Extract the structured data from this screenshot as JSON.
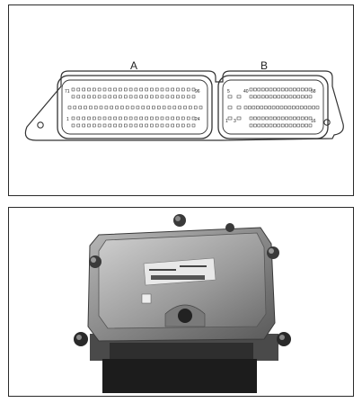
{
  "connector": {
    "label_a": "A",
    "label_b": "B",
    "pins_a": {
      "top_left": "71",
      "top_right": "96",
      "bottom_left": "1",
      "bottom_right": "24"
    },
    "pins_b": {
      "top_left": "5",
      "top_mid": "40",
      "top_right": "58",
      "bottom_left": "1",
      "bottom_mid": "3",
      "bottom_right": "16"
    }
  },
  "photo": {
    "label_text": "",
    "colors": {
      "housing": "#8c8c8c",
      "shadow": "#3a3a3a",
      "label": "#e8e8e8"
    }
  }
}
